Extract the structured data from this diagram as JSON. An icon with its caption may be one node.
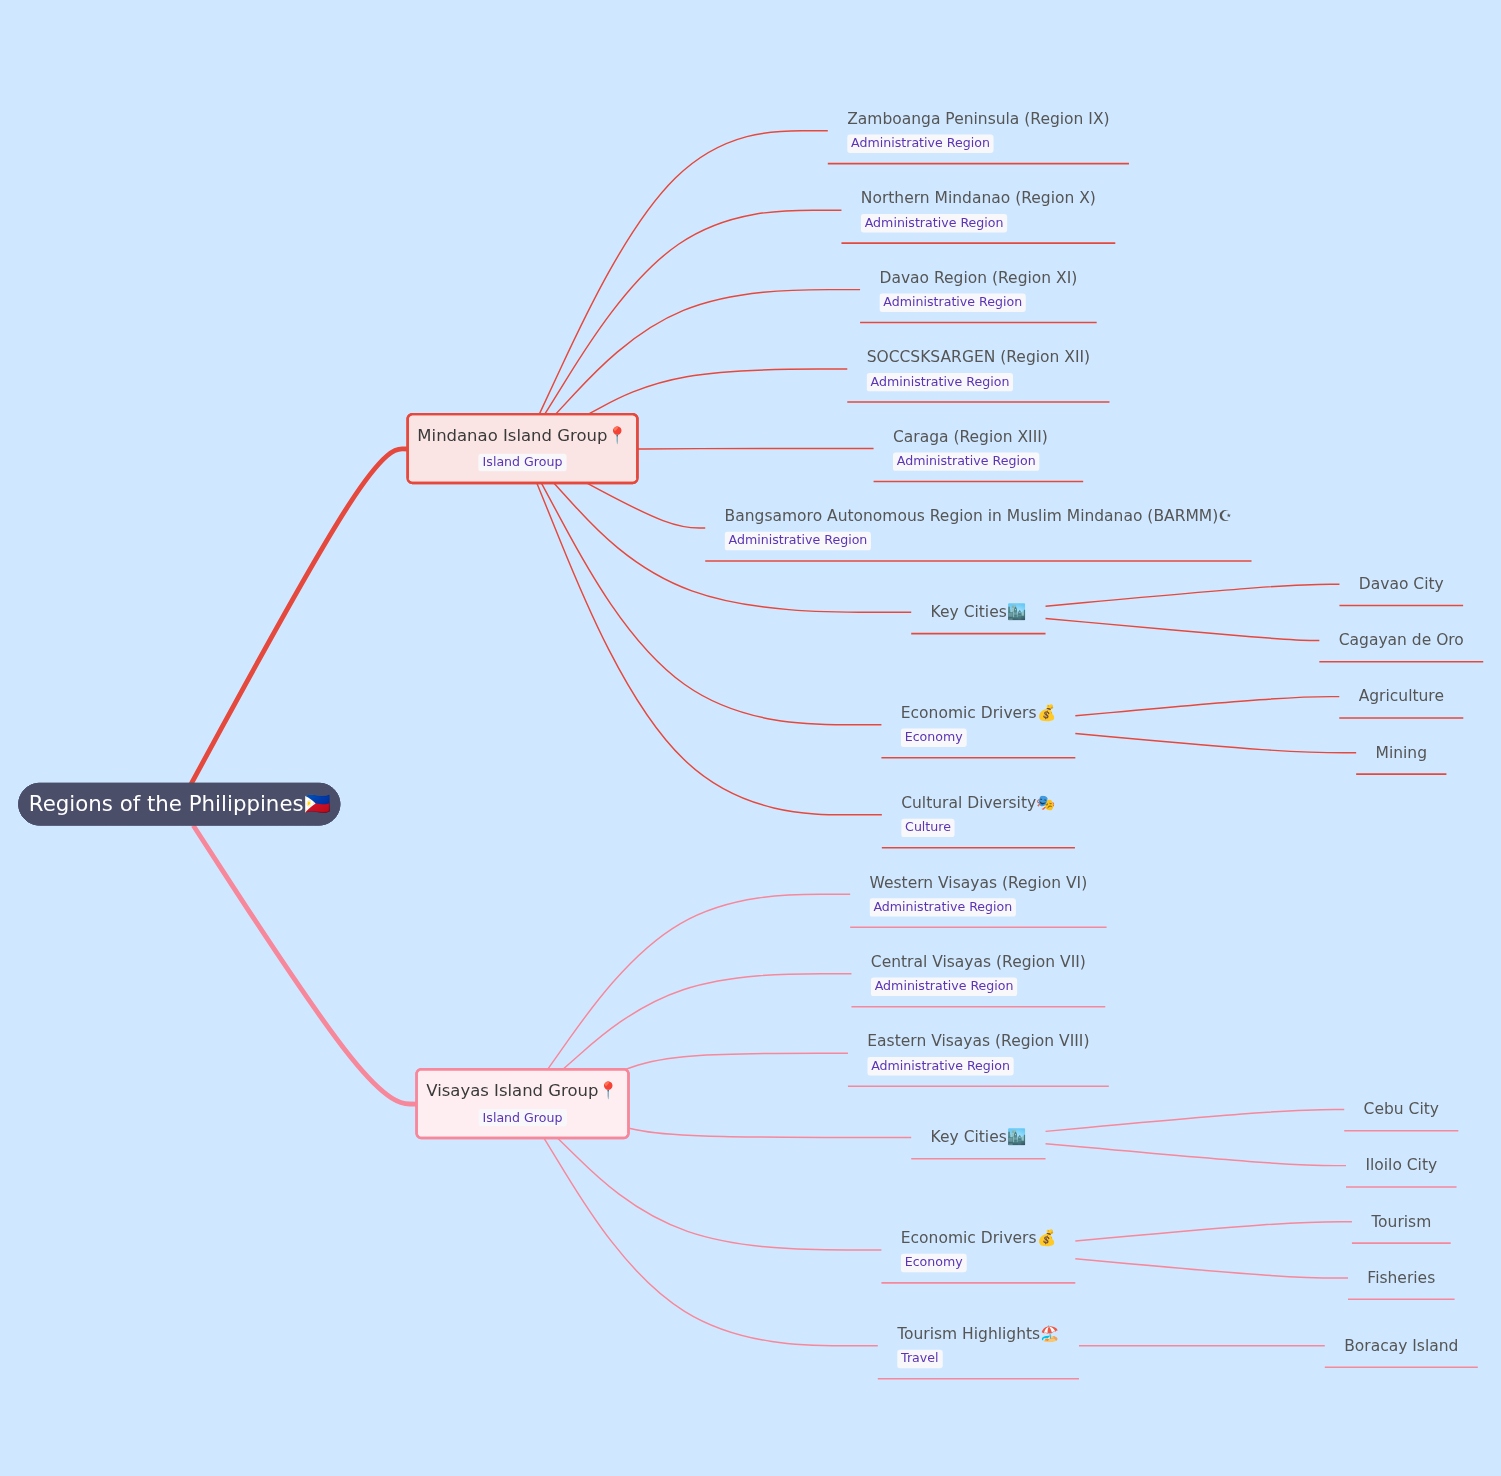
{
  "diagram": {
    "nodes": [
      {
        "text": [
          "Regions of the Philippines🇵🇭"
        ]
      },
      {
        "text": [
          "Mindanao Island Group📍",
          "Island Group"
        ]
      },
      {
        "text": [
          "Zamboanga Peninsula (Region IX)",
          "Administrative Region"
        ]
      },
      {
        "text": [
          "Northern Mindanao (Region X)",
          "Administrative Region"
        ]
      },
      {
        "text": [
          "Davao Region (Region XI)",
          "Administrative Region"
        ]
      },
      {
        "text": [
          "SOCCSKSARGEN (Region XII)",
          "Administrative Region"
        ]
      },
      {
        "text": [
          "Caraga (Region XIII)",
          "Administrative Region"
        ]
      },
      {
        "text": [
          "Bangsamoro Autonomous Region in Muslim Mindanao (BARMM)☪",
          "Administrative Region"
        ]
      },
      {
        "text": [
          "Key Cities🏙️"
        ]
      },
      {
        "text": [
          "Davao City"
        ]
      },
      {
        "text": [
          "Cagayan de Oro"
        ]
      },
      {
        "text": [
          "Economic Drivers💰",
          "Economy"
        ]
      },
      {
        "text": [
          "Agriculture"
        ]
      },
      {
        "text": [
          "Mining"
        ]
      },
      {
        "text": [
          "Cultural Diversity🎭",
          "Culture"
        ]
      },
      {
        "text": [
          "Visayas Island Group📍",
          "Island Group"
        ]
      },
      {
        "text": [
          "Western Visayas (Region VI)",
          "Administrative Region"
        ]
      },
      {
        "text": [
          "Central Visayas (Region VII)",
          "Administrative Region"
        ]
      },
      {
        "text": [
          "Eastern Visayas (Region VIII)",
          "Administrative Region"
        ]
      },
      {
        "text": [
          "Key Cities🏙️"
        ]
      },
      {
        "text": [
          "Cebu City"
        ]
      },
      {
        "text": [
          "Iloilo City"
        ]
      },
      {
        "text": [
          "Economic Drivers💰",
          "Economy"
        ]
      },
      {
        "text": [
          "Tourism"
        ]
      },
      {
        "text": [
          "Fisheries"
        ]
      },
      {
        "text": [
          "Tourism Highlights🏖️",
          "Travel"
        ]
      },
      {
        "text": [
          "Boracay Island"
        ]
      }
    ],
    "edges": [
      {
        "from": 0,
        "to": 1,
        "arrow": "none",
        "style": "thick"
      },
      {
        "from": 1,
        "to": 2,
        "arrow": "none"
      },
      {
        "from": 1,
        "to": 3,
        "arrow": "none"
      },
      {
        "from": 1,
        "to": 4,
        "arrow": "none"
      },
      {
        "from": 1,
        "to": 5,
        "arrow": "none"
      },
      {
        "from": 1,
        "to": 6,
        "arrow": "none"
      },
      {
        "from": 1,
        "to": 7,
        "arrow": "none"
      },
      {
        "from": 1,
        "to": 8,
        "arrow": "none"
      },
      {
        "from": 8,
        "to": 9,
        "arrow": "none"
      },
      {
        "from": 8,
        "to": 10,
        "arrow": "none"
      },
      {
        "from": 1,
        "to": 11,
        "arrow": "none"
      },
      {
        "from": 11,
        "to": 12,
        "arrow": "none"
      },
      {
        "from": 11,
        "to": 13,
        "arrow": "none"
      },
      {
        "from": 1,
        "to": 14,
        "arrow": "none"
      },
      {
        "from": 0,
        "to": 15,
        "arrow": "none",
        "style": "thick",
        "color": "#f7879a"
      },
      {
        "from": 15,
        "to": 16,
        "arrow": "none",
        "color": "#f7879a"
      },
      {
        "from": 15,
        "to": 17,
        "arrow": "none",
        "color": "#f7879a"
      },
      {
        "from": 15,
        "to": 18,
        "arrow": "none",
        "color": "#f7879a"
      },
      {
        "from": 15,
        "to": 19,
        "arrow": "none",
        "color": "#f7879a"
      },
      {
        "from": 19,
        "to": 20,
        "arrow": "none",
        "color": "#f7879a"
      },
      {
        "from": 19,
        "to": 21,
        "arrow": "none",
        "color": "#f7879a"
      },
      {
        "from": 15,
        "to": 22,
        "arrow": "none",
        "color": "#f7879a"
      },
      {
        "from": 22,
        "to": 23,
        "arrow": "none",
        "color": "#f7879a"
      },
      {
        "from": 22,
        "to": 24,
        "arrow": "none",
        "color": "#f7879a"
      },
      {
        "from": 15,
        "to": 25,
        "arrow": "none",
        "color": "#f7879a"
      },
      {
        "from": 25,
        "to": 26,
        "arrow": "none",
        "color": "#f7879a"
      }
    ]
  }
}
